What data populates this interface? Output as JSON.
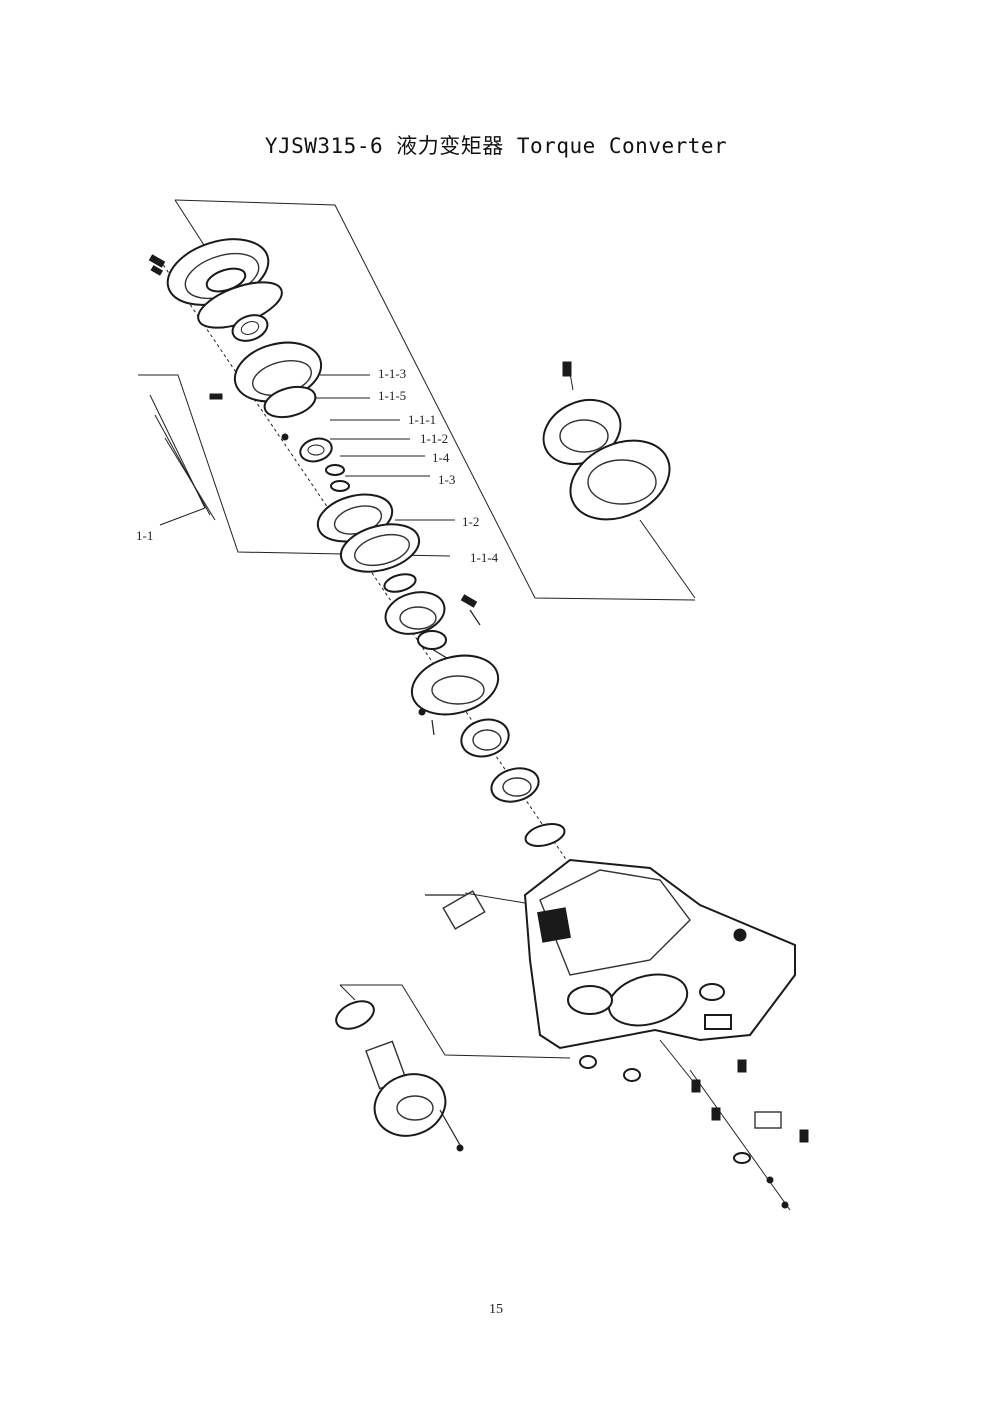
{
  "title": "YJSW315-6 液力变矩器 Torque Converter",
  "page_number": "15",
  "callouts": {
    "c113": "1-1-3",
    "c115": "1-1-5",
    "c111": "1-1-1",
    "c112": "1-1-2",
    "c14": "1-4",
    "c13": "1-3",
    "c12": "1-2",
    "c114": "1-1-4",
    "c11": "1-1"
  }
}
